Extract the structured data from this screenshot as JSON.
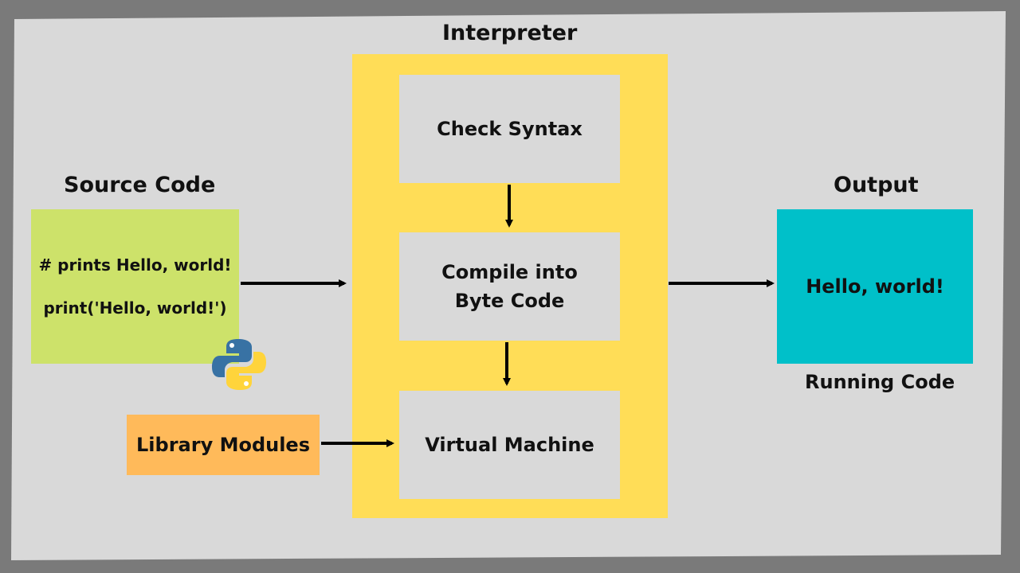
{
  "interpreter": {
    "title": "Interpreter",
    "stages": [
      "Check Syntax",
      "Compile into Byte Code",
      "Virtual Machine"
    ],
    "stage_lines": {
      "compile_line1": "Compile into",
      "compile_line2": "Byte Code"
    }
  },
  "source": {
    "title": "Source Code",
    "line1": "# prints Hello, world!",
    "line2": "print('Hello, world!')",
    "logo": "python-logo-icon"
  },
  "library": {
    "label": "Library Modules"
  },
  "output": {
    "title": "Output",
    "value": "Hello, world!",
    "caption": "Running Code"
  },
  "colors": {
    "background": "#d9d9d9",
    "border": "#7a7a7a",
    "interpreter": "#ffdd57",
    "source": "#cde26a",
    "library": "#ffba5a",
    "output": "#00c0c9",
    "python_blue": "#3872a4",
    "python_yellow": "#ffd43b"
  }
}
